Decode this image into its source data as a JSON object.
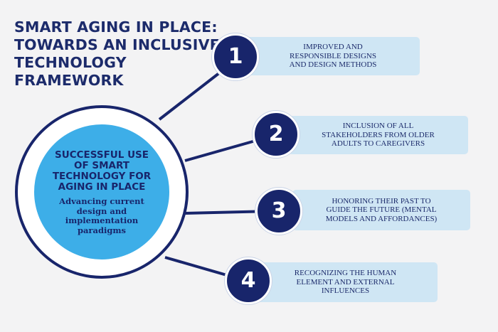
{
  "title": {
    "lines": [
      "SMART AGING IN PLACE:",
      "TOWARDS AN INCLUSIVE",
      "TECHNOLOGY",
      "FRAMEWORK"
    ]
  },
  "center": {
    "heading_lines": [
      "SUCCESSFUL USE",
      "OF SMART",
      "TECHNOLOGY FOR",
      "AGING IN PLACE"
    ],
    "sub_lines": [
      "Advancing current",
      "design and",
      "implementation",
      "paradigms"
    ]
  },
  "items": [
    {
      "number": "1",
      "lines": [
        "IMPROVED AND",
        "RESPONSIBLE DESIGNS",
        "AND DESIGN METHODS"
      ]
    },
    {
      "number": "2",
      "lines": [
        "INCLUSION OF ALL",
        "STAKEHOLDERS FROM OLDER",
        "ADULTS TO CAREGIVERS"
      ]
    },
    {
      "number": "3",
      "lines": [
        "HONORING THEIR PAST TO",
        "GUIDE THE FUTURE (MENTAL",
        "MODELS AND AFFORDANCES)"
      ]
    },
    {
      "number": "4",
      "lines": [
        "RECOGNIZING THE HUMAN",
        "ELEMENT AND EXTERNAL",
        "INFLUENCES"
      ]
    }
  ],
  "colors": {
    "navy": "#18256b",
    "accent_blue": "#3daee8",
    "card_blue": "#cfe6f4",
    "background": "#f3f3f4"
  }
}
